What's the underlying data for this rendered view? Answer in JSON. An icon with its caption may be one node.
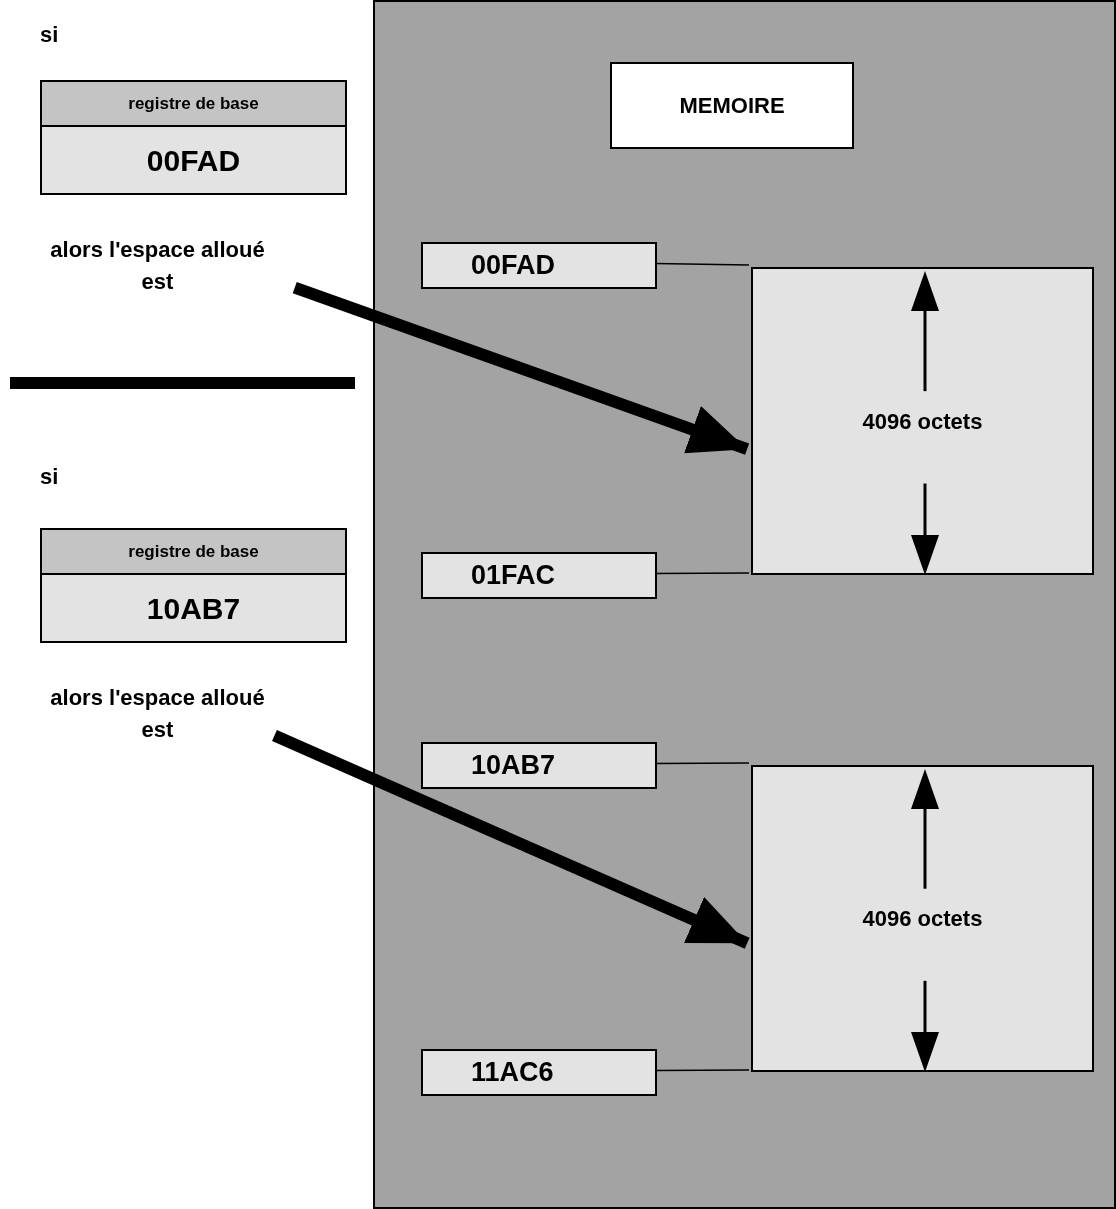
{
  "diagram": {
    "nodes": [
      {
        "text": [],
        "shape": "box"
      },
      {
        "text": [
          "MEMOIRE"
        ],
        "in": 0
      },
      {
        "text": [
          "registre de base",
          "00FAD"
        ]
      },
      {
        "text": [
          "alors l'espace alloué est"
        ]
      },
      {
        "text": [
          "00FAD"
        ],
        "in": 0
      },
      {
        "text": [
          "4096 octets"
        ],
        "in": 0
      },
      {
        "text": [
          "01FAC"
        ],
        "in": 0
      },
      {
        "text": [
          "registre de base",
          "10AB7"
        ]
      },
      {
        "text": [
          "alors l'espace alloué est"
        ]
      },
      {
        "text": [
          "10AB7"
        ],
        "in": 0
      },
      {
        "text": [
          "4096 octets"
        ],
        "in": 0
      },
      {
        "text": [
          "11AC6"
        ],
        "in": 0
      }
    ],
    "edges": [
      {
        "from": 3,
        "to": 5,
        "arrow": "to",
        "style": "thick"
      },
      {
        "from": 4,
        "to": 5,
        "arrow": "none"
      },
      {
        "from": 6,
        "to": 5,
        "arrow": "none"
      },
      {
        "from": 8,
        "to": 10,
        "arrow": "to",
        "style": "thick"
      },
      {
        "from": 9,
        "to": 10,
        "arrow": "none"
      },
      {
        "from": 11,
        "to": 10,
        "arrow": "none"
      }
    ],
    "labels": [
      "si",
      "si"
    ]
  }
}
